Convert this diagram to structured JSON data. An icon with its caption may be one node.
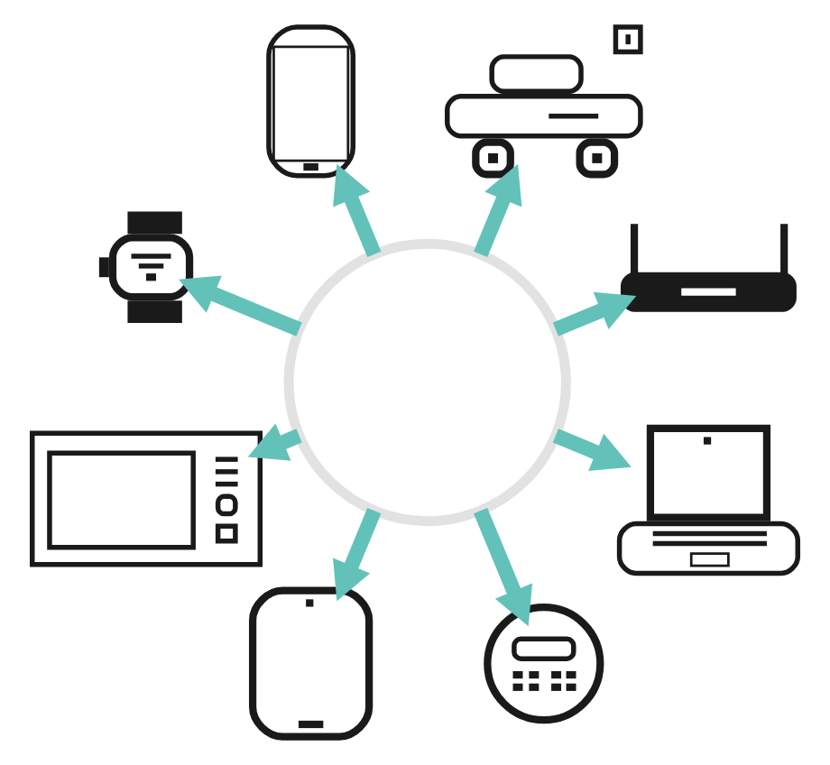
{
  "diagram": {
    "nodes": [
      {
        "text": [],
        "shape": "circle"
      },
      {
        "text": [],
        "shape": "picture"
      },
      {
        "text": [],
        "shape": "picture"
      },
      {
        "text": [],
        "shape": "picture"
      },
      {
        "text": [],
        "shape": "picture"
      },
      {
        "text": [],
        "shape": "picture"
      },
      {
        "text": [],
        "shape": "picture"
      },
      {
        "text": [],
        "shape": "picture"
      },
      {
        "text": [],
        "shape": "picture"
      }
    ],
    "edges": [
      {
        "from": 0,
        "to": 1,
        "arrow": "to"
      },
      {
        "from": 0,
        "to": 2,
        "arrow": "to"
      },
      {
        "from": 0,
        "to": 3,
        "arrow": "to"
      },
      {
        "from": 0,
        "to": 4,
        "arrow": "to"
      },
      {
        "from": 0,
        "to": 5,
        "arrow": "to"
      },
      {
        "from": 0,
        "to": 6,
        "arrow": "to"
      },
      {
        "from": 0,
        "to": 7,
        "arrow": "to"
      },
      {
        "from": 0,
        "to": 8,
        "arrow": "to"
      }
    ]
  }
}
